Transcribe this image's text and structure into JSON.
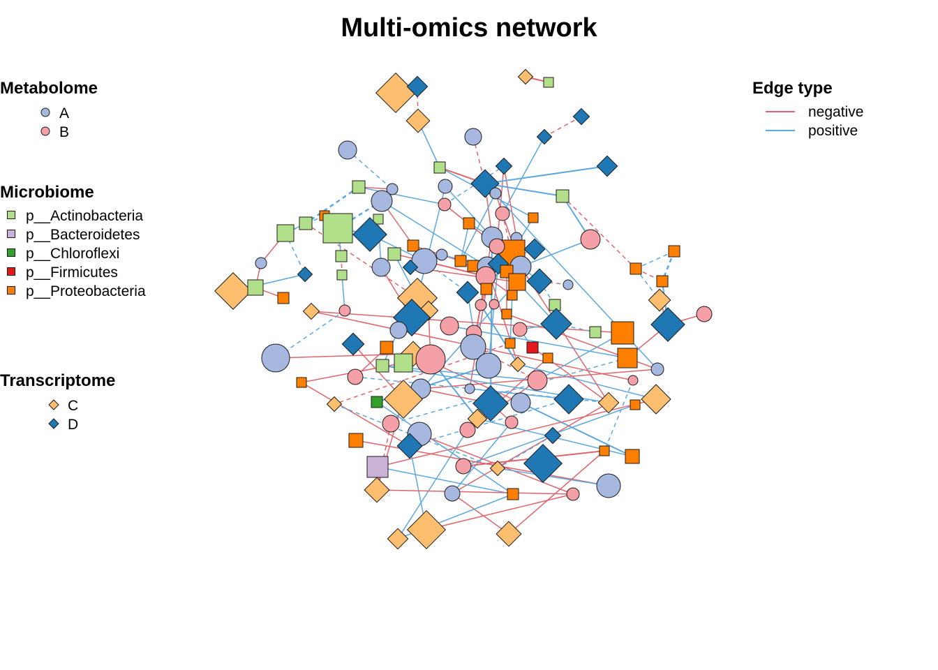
{
  "title": "Multi-omics network",
  "colors": {
    "metabolome_A": "#a6b8e0",
    "metabolome_B": "#f4a0a6",
    "actinobacteria": "#b2df8a",
    "bacteroidetes": "#cab2d6",
    "chloroflexi": "#33a02c",
    "firmicutes": "#e31a1c",
    "proteobacteria": "#ff7f00",
    "transcriptome_C": "#fdbf6f",
    "transcriptome_D": "#1f78b4",
    "edge_negative": "#e0646b",
    "edge_positive": "#5ba7e0"
  },
  "legends": {
    "metabolome": {
      "title": "Metabolome",
      "shape": "circle",
      "items": [
        {
          "label": "A",
          "color": "#a6b8e0"
        },
        {
          "label": "B",
          "color": "#f4a0a6"
        }
      ]
    },
    "microbiome": {
      "title": "Microbiome",
      "shape": "square",
      "items": [
        {
          "label": "p__Actinobacteria",
          "color": "#b2df8a"
        },
        {
          "label": "p__Bacteroidetes",
          "color": "#cab2d6"
        },
        {
          "label": "p__Chloroflexi",
          "color": "#33a02c"
        },
        {
          "label": "p__Firmicutes",
          "color": "#e31a1c"
        },
        {
          "label": "p__Proteobacteria",
          "color": "#ff7f00"
        }
      ]
    },
    "transcriptome": {
      "title": "Transcriptome",
      "shape": "diamond",
      "items": [
        {
          "label": "C",
          "color": "#fdbf6f"
        },
        {
          "label": "D",
          "color": "#1f78b4"
        }
      ]
    },
    "edge_type": {
      "title": "Edge type",
      "items": [
        {
          "label": "negative",
          "color": "#e0646b"
        },
        {
          "label": "positive",
          "color": "#5ba7e0"
        }
      ]
    }
  }
}
